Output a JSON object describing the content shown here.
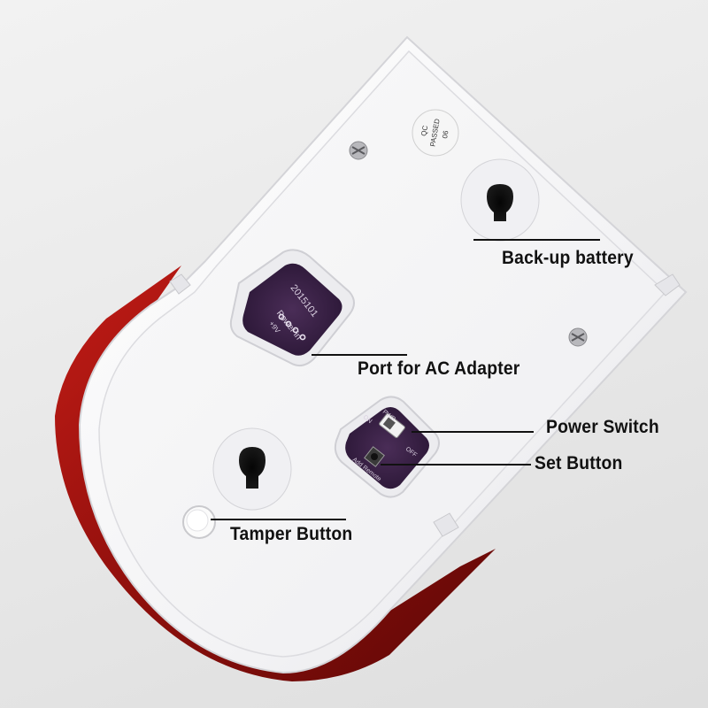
{
  "callouts": {
    "backup_battery": "Back-up battery",
    "ac_port": "Port for AC Adapter",
    "power_switch": "Power Switch",
    "set_button": "Set Button",
    "tamper_button": "Tamper Button"
  },
  "device_print": {
    "qc_sticker": [
      "QC",
      "PASSED",
      "06"
    ],
    "pcb_date": "2015101",
    "pcb_power": "Power in",
    "pcb_voltage": "+9V",
    "switch_on": "ON",
    "switch_off": "OFF",
    "switch_label": "PWR",
    "button_label": "Add Remote"
  },
  "colors": {
    "housing": "#f7f7f7",
    "red_lens": "#9e1410",
    "pcb": "#2c1a3a",
    "leader": "#111111"
  }
}
